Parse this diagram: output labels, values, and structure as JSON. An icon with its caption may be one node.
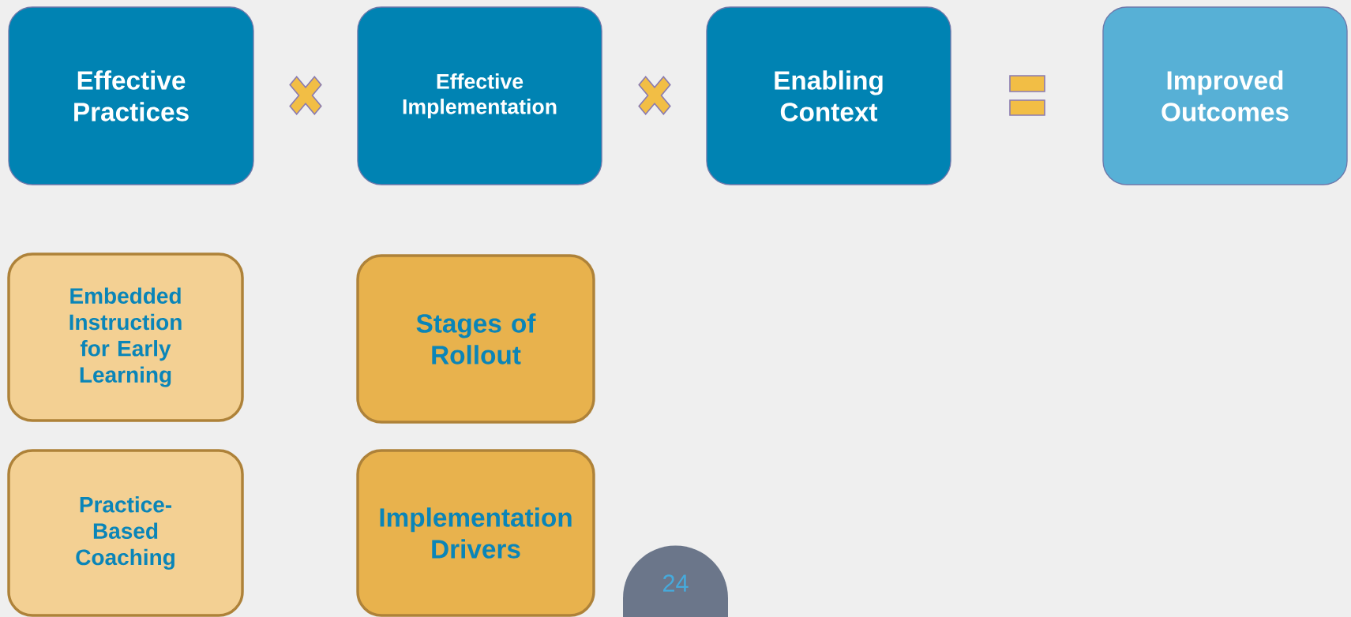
{
  "diagram": {
    "nodes": [
      {
        "text": [
          "Effective Practices"
        ]
      },
      {
        "text": [
          "Effective Implementation"
        ]
      },
      {
        "text": [
          "Enabling Context"
        ]
      },
      {
        "text": [
          "Improved Outcomes"
        ]
      },
      {
        "text": [
          "Embedded Instruction for Early Learning"
        ]
      },
      {
        "text": [
          "Stages of Rollout"
        ]
      },
      {
        "text": [
          "Practice-Based Coaching"
        ]
      },
      {
        "text": [
          "Implementation Drivers"
        ]
      },
      {
        "text": [
          "24"
        ]
      }
    ]
  }
}
